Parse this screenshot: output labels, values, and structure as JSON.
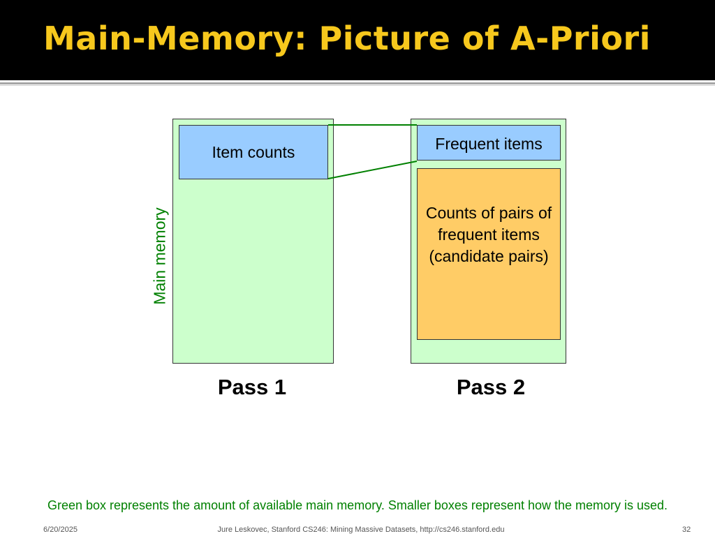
{
  "slide": {
    "title": "Main-Memory: Picture of A-Priori",
    "main_memory_label": "Main memory",
    "pass1": {
      "item_counts_label": "Item counts",
      "pass_label": "Pass 1"
    },
    "pass2": {
      "frequent_items_label": "Frequent items",
      "counts_pairs_label": "Counts of pairs of frequent items (candidate pairs)",
      "pass_label": "Pass 2"
    },
    "caption": "Green box represents the amount of available main memory. Smaller boxes represent how the memory is used."
  },
  "footer": {
    "date": "6/20/2025",
    "credit": "Jure Leskovec, Stanford CS246: Mining Massive Datasets, http://cs246.stanford.edu",
    "page_number": "32"
  },
  "colors": {
    "title_bar": "#000000",
    "title_text": "#f7c81d",
    "memory_fill": "#ccffcc",
    "counts_fill": "#99ccff",
    "pairs_fill": "#ffcc66",
    "green_text": "#008000"
  }
}
